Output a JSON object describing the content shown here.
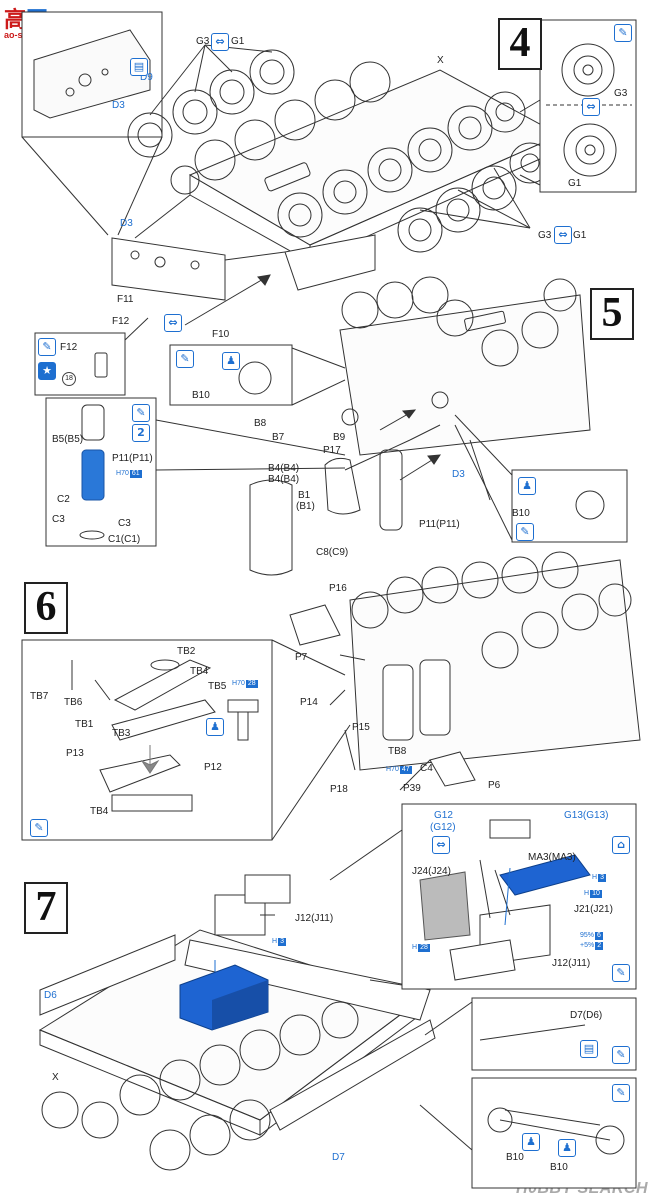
{
  "watermark": {
    "left": "高",
    "right": "网",
    "sub": "ao-shan.com",
    "bottom": "H0BBY SEARCH"
  },
  "steps": {
    "s4": "4",
    "s5": "5",
    "s6": "6",
    "s7": "7"
  },
  "colors": {
    "accent": "#1e6fd0",
    "line": "#333333",
    "part_fill": "#1e64d2"
  },
  "step4": {
    "d9": "D9",
    "d3_top": "D3",
    "g3g1_top_g3": "G3",
    "g3g1_top_g1": "G1",
    "x": "X",
    "d3_mid": "D3",
    "f11": "F11",
    "f12": "F12",
    "f10": "F10",
    "inset_g3": "G3",
    "inset_g1": "G1",
    "g3g1_bot_g3": "G3",
    "g3g1_bot_g1": "G1",
    "f12_inset": "F12",
    "f12_num": "18"
  },
  "step5": {
    "b10": "B10",
    "b8": "B8",
    "b7": "B7",
    "b9": "B9",
    "p17": "P17",
    "b5": "B5(B5)",
    "p11_top": "P11(P11)",
    "c2": "C2",
    "c3a": "C3",
    "c3b": "C3",
    "c1": "C1(C1)",
    "b4a": "B4(B4)",
    "b4b": "B4(B4)",
    "b1": "B1",
    "b1b": "(B1)",
    "p11": "P11(P11)",
    "c8": "C8(C9)",
    "d3": "D3",
    "b10_right": "B10",
    "paint_h": "H",
    "paint_num": "61",
    "paint_prefix": "70"
  },
  "step6": {
    "p16": "P16",
    "p7": "P7",
    "p14": "P14",
    "p15": "P15",
    "tb2": "TB2",
    "tb4a": "TB4",
    "tb5": "TB5",
    "tb7": "TB7",
    "tb6": "TB6",
    "tb1": "TB1",
    "tb3": "TB3",
    "p13": "P13",
    "p12": "P12",
    "tb4b": "TB4",
    "tb8": "TB8",
    "c4": "C4",
    "p18": "P18",
    "p39": "P39",
    "p6": "P6",
    "paint_tb5": "28",
    "paint_c4": "47"
  },
  "step7": {
    "g12": "G12",
    "g12b": "(G12)",
    "g13": "G13(G13)",
    "ma3": "MA3(MA3)",
    "j24": "J24(J24)",
    "j21": "J21(J21)",
    "j12a": "J12(J11)",
    "j12b": "J12(J11)",
    "d6": "D6",
    "x": "X",
    "d7a": "D7(D6)",
    "d7b": "D7",
    "b10a": "B10",
    "b10b": "B10",
    "pct95": "95%",
    "pct5": "+5%",
    "paint_3": "3",
    "paint_10": "10",
    "paint_28": "28",
    "paint_6": "6",
    "paint_2": "2"
  }
}
